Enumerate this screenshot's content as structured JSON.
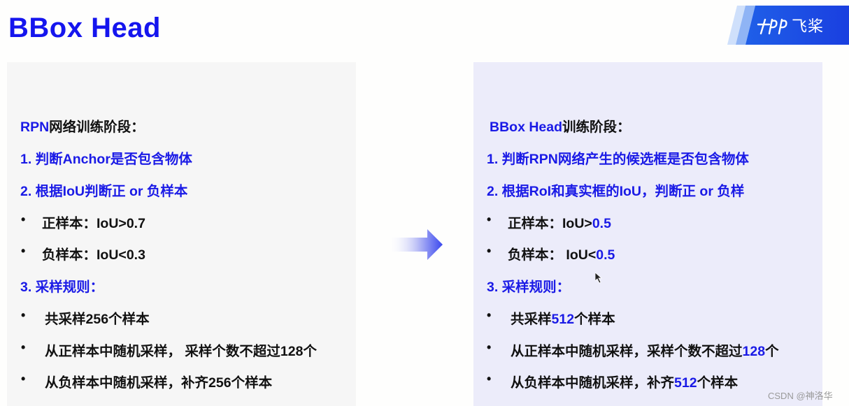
{
  "slide": {
    "title": "BBox Head",
    "logo": {
      "icon": "paddlepaddle-logo-icon",
      "text": "飞桨"
    },
    "watermark": "CSDN @神洛华",
    "colors": {
      "accent": "#1a1ae6",
      "left_panel_bg": "#f6f6f6",
      "right_panel_bg": "#ececfa"
    }
  },
  "left": {
    "heading_blue": "RPN",
    "heading_rest": "网络训练阶段：",
    "item1": "1. 判断Anchor是否包含物体",
    "item2": "2. 根据IoU判断正 or 负样本",
    "pos": {
      "label": "正样本：IoU>",
      "value": "0.7"
    },
    "neg": {
      "label": "负样本：IoU<",
      "value": "0.3"
    },
    "item3": "3. 采样规则：",
    "rule1": {
      "pre": "共采样",
      "num": "256",
      "post": "个样本"
    },
    "rule2": {
      "pre": "从正样本中随机采样， 采样个数不超过",
      "num": "128",
      "post": "个"
    },
    "rule3": {
      "pre": "从负样本中随机采样，补齐",
      "num": "256",
      "post": "个样本"
    }
  },
  "right": {
    "heading_blue": "BBox Head",
    "heading_rest": "训练阶段：",
    "item1": "1. 判断RPN网络产生的候选框是否包含物体",
    "item2": "2. 根据RoI和真实框的IoU，判断正 or 负样",
    "pos": {
      "label": "正样本：IoU>",
      "value": "0.5"
    },
    "neg": {
      "label": "负样本： IoU<",
      "value": "0.5"
    },
    "item3": "3. 采样规则：",
    "rule1": {
      "pre": "共采样",
      "num": "512",
      "post": "个样本"
    },
    "rule2": {
      "pre": "从正样本中随机采样，采样个数不超过",
      "num": "128",
      "post": "个"
    },
    "rule3": {
      "pre": "从负样本中随机采样，补齐",
      "num": "512",
      "post": "个样本"
    }
  },
  "bullet_char": "•"
}
